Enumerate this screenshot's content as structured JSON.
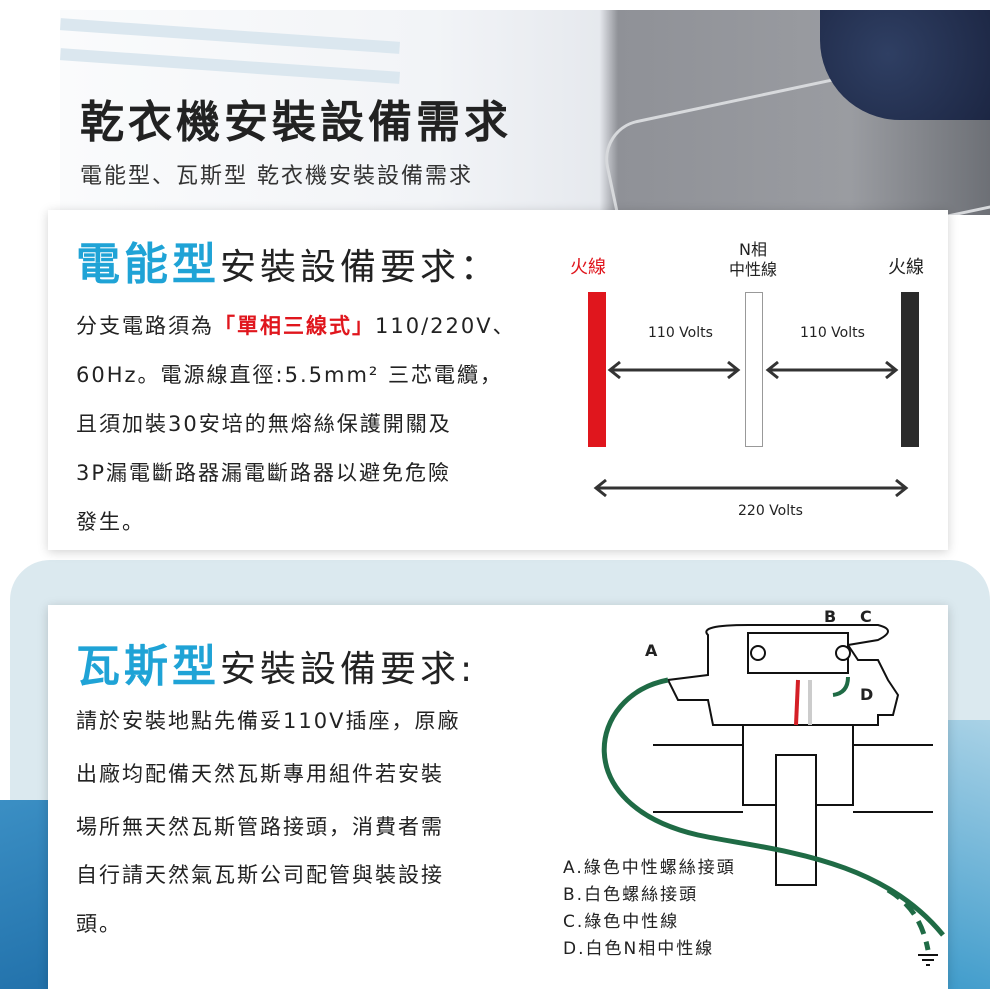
{
  "header": {
    "title": "乾衣機安裝設備需求",
    "subtitle": "電能型、瓦斯型 乾衣機安裝設備需求"
  },
  "electric": {
    "heading_accent": "電能型",
    "heading_rest": "安裝設備要求：",
    "lines": [
      {
        "pre": "分支電路須為",
        "highlight": "「單相三線式」",
        "post": "110/220V、"
      },
      "60Hz。電源線直徑:5.5mm² 三芯電纜，",
      "且須加裝30安培的無熔絲保護開關及",
      "3P漏電斷路器漏電斷路器以避免危險",
      "發生。"
    ],
    "diagram": {
      "left_label": "火線",
      "mid_label_1": "N相",
      "mid_label_2": "中性線",
      "right_label": "火線",
      "volt_left": "110 Volts",
      "volt_right": "110 Volts",
      "volt_total": "220 Volts"
    }
  },
  "gas": {
    "heading_accent": "瓦斯型",
    "heading_rest": "安裝設備要求:",
    "lines": [
      "請於安裝地點先備妥110V插座，原廠",
      "出廠均配備天然瓦斯專用組件若安裝",
      "場所無天然瓦斯管路接頭，消費者需",
      "自行請天然氣瓦斯公司配管與裝設接",
      "頭。"
    ],
    "diagram_labels": [
      "A",
      "B",
      "C",
      "D"
    ],
    "legend": [
      "A.綠色中性螺絲接頭",
      "B.白色螺絲接頭",
      "C.綠色中性線",
      "D.白色N相中性線"
    ]
  },
  "colors": {
    "accent": "#1fa3d6",
    "red": "#e0161d",
    "wire_green": "#1f6b45"
  }
}
